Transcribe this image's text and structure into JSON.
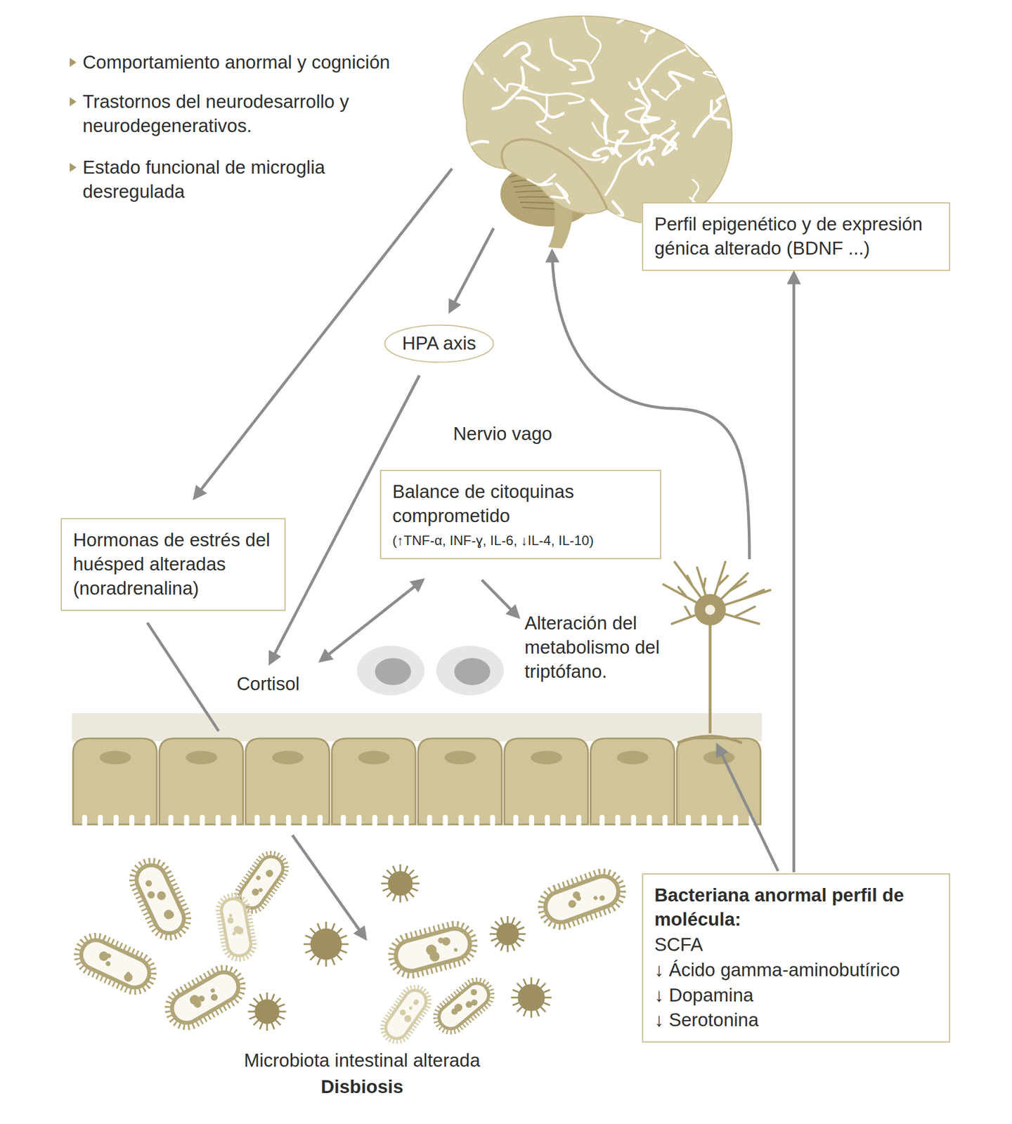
{
  "diagram": {
    "nodes": [
      {
        "text": [
          "Perfil epigenético y de expresión génica alterado (BDNF ...)"
        ]
      },
      {
        "text": [
          "HPA axis"
        ]
      },
      {
        "text": [
          "Balance de citoquinas comprometido",
          "(↑TNF-α, INF-ɣ, IL-6, ↓IL-4, IL-10)"
        ]
      },
      {
        "text": [
          "Hormonas de estrés del huésped alteradas (noradrenalina)"
        ]
      },
      {
        "text": [
          "Bacteriana anormal perfil de molécula:",
          "SCFA",
          "↓ Ácido gamma-aminobutírico",
          "↓ Dopamina",
          "↓ Serotonina"
        ]
      }
    ],
    "edges": [
      {
        "from": 4,
        "to": 0,
        "arrow": "to"
      }
    ],
    "labels": [
      "Comportamiento anormal y cognición",
      "Trastornos del neurodesarrollo y neurodegenerativos.",
      "Estado funcional de microglia desregulada",
      "Nervio vago",
      "Cortisol",
      "Alteración del metabolismo del triptófano.",
      "Microbiota intestinal alterada",
      "Disbiosis"
    ]
  }
}
